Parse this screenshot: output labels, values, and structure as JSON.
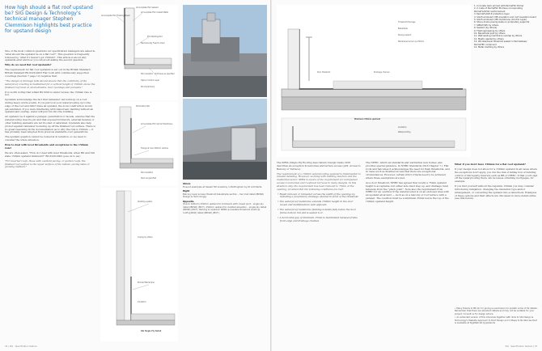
{
  "headline": "How high should a flat roof upstand be? SIG Design & Technology's technical manager Stephen Clemmison highlights best practice for upstand design",
  "intro": {
    "p1": "One of the most common questions our specification managers are asked is, 'what should the upstand be on a flat roof?'. This question is frequently followed by, 'what if I haven't got 150mm?'. This article is about why upstands exist and how you can avoid asking the second question.",
    "h1": "Why do we need flat roof upstands?",
    "p2": "The requirement for flat roof upstands is set out in the British Standard: British Standard BS 6229:2003 Flat roofs with continuously supported coverings (Section 7 page 12) requires that:",
    "q1": "\"The design of drainage falls should ensure that the continuity of the waterproof covering is maintained for a vertical height of 150mm above the finished roof level at all abutments, door openings and parapets.\"",
    "p3": "It is worth noting that whilst BS 6229 is under review, the 150mm rule is not.",
    "p4": "Upstands acknowledge the fact that rainwater can build-up on a roof during heavy storm events. If you just look your waterproofing up to the edge of the roof and didn't have an upstand, the local construction would get saturated. If you were interfacing with rainscreen cladding without an upstand and overlap, water will just run into the building.",
    "p5": "An upstand, be it against a parapet, penetration or facade, ensures that the waterproofing does its job and that exposed brickwork, external facades or other building elements are not flooded or saturated. Upstands also help protect against rainwater bouncing up off the finished roof surface. There is no great reasoning in the documentation as to why the rule is 150mm — it has probably been adopted from previous standards over generations.",
    "p6": "The upstand question cannot be looked at in isolation, so we need to consider the whole situation.",
    "h2": "How to deal with level thresholds and exceptions to the 150mm rule?",
    "p7": "We are often asked, \"How do I deal with level thresholds, when BD and SIG state 150mm upstand minimum?\" BS 6229:2003 goes on to say:",
    "q2": "\"For inverted roofs, those with overlaid paving, or garden roofs, the finished roof surface is the upper surface of the ballast, paving slabs or growing medium.\""
  },
  "mid_caption": {
    "above_label": "Above",
    "above_text": "Fineout examples at Sewell Hill Academy in Nottingham by ID Architects.",
    "right_label": "Right",
    "right_text": "Balcony level access threshold balustrade section – her mail detail (BDSR) Design & Technology).",
    "opp_label": "Opposite",
    "opp_text": "(top to bottom) 150mm upstand to brickwork with closed joint – single ply detail (BDSR) (MCT). 150mm upstand to cladded elevation – single ply detail (BDSR) (MCT). Parking to upstand: NHBC accessible threshold (built-up roofing BUR) detail (BDSR) (MCT)."
  },
  "spra": {
    "p1": "The SPRA (Single Ply Roofing Association) Design Guide 2016 describes an exception in balconies and terrace access (p29: Access to Balcony or Terrace):",
    "q1": "The requirement of a 150mm waterproofing upstand is fundamental to reliable detailing. However, working with building insurers and the residential sector, SPRA is aware of the requirement for unimpeded access to balconies and roof/level terraces in many designs. In this situation only, the requirement has been reduced to 75mm at the opening, provided that the following conditions are met:",
    "bullets": [
      "Rapid removal or rainwater across the width of the opening, by including a proprietary drainage channel in front of the threshold.",
      "The waterproof membrane extends 150mm height in the door reveal and multifunction/ wall adjacent.",
      "The waterproof membrane flashing extends fully below the door frame bottom rail and is sealed to it.",
      "A horizontal gap of minimum 15mm is maintained between frame front edge and drainage channel."
    ]
  },
  "nhbc": {
    "p1": "The NHBC, which set standards and warranties new homes, also provides special guidance. In NHBC Standards 2016 Chapter 7.1 Flat roofs and balconies it acknowledges the need for flush thresholds, and in cases such as disabled access that there are exceptional circumstances. However, certain strict criteria need to be achieved where these exemptions are met.",
    "p2": "As a door threshold, NHBC has agreed that locally a 75mm upstand height is acceptable, but either side must step up, and drainage must fall away from the \"pinch point\". Note also the requirement from NHBC for an overflow if the waterproofed is on an enclosed area with an upstand all around — such as on a balcony or roof terrace with a parapet. The overflow must be a minimum 25mm below the top of the 150mm upstand height."
  },
  "final": {
    "h1": "What if you don't have 150mm for a flat roof upstand?",
    "p1": "If your design does not allow for a 150mm upstand in all cases where the exceptions don't apply, you run the risk of falling foul of building control or third-party insurers such as BB or NHBC. If that you'll sign off the waterproofing there can be issues obtaining mortgages, for example.",
    "p2": "If you find yourself without the requisite 150mm you may consider introducing mitigation, changing the insulation type and/or arrangement, or converting the upstand into a rainscheck. Examples of these options and their effects are discussed in more detail online (see link below).",
    "notes": [
      "Many thanks to BD plc for giving us permission to publish some of its details. Remember that there are standard details and may not be suitable for your project. Consult us for design advice.",
      "An extended version of this interview together with links to SIG Design & Technology's Website Approach to Roof Design and 4 Steps to No-Worries Roof is available at SigsWeb.bit.ly/upstands"
    ]
  },
  "key_list": [
    "1. Concrete deck primed with PermaFSC Primer",
    "2. 2 coats of PermaFSC Elcolane incorporating",
    "   PermaFLASH-R reinforcement",
    "3. PermaFLASH-P protection layer",
    "4. SIG Enviroboard XPS insulation and roof insulation board",
    "5. SIG Enviroboard XPS membrane (Control Layer)",
    "6. Stone drains paving slabs on proprietary supports",
    "7. SPRAY/SPC by others",
    "8. Sealant (by others)",
    "9. Flashing/capping by others",
    "10. Balustrade post by others",
    "11. Wall sealing membrane overlap by others",
    "12. Mastic applied by others",
    "13. Window/Level threshold sealed in PermaGlass/",
    "    PermaTEC compound",
    "14. Metal cladding by others"
  ],
  "drawing_labels": {
    "d1": [
      "Armourplate PVC Sealant",
      "Armourplate PVC Coated Metal",
      "Armourplate PVC Flashing Sheet",
      "PVC Welding Rod",
      "Mechanically Fixed to Deck",
      "SIG Insulation – thickness as specified",
      "Vapour Control Layer",
      "Structural Deck"
    ],
    "d2": [
      "Termination Bar",
      "Armourplate PVC Carrier Membrane",
      "Fixings at max 200mm centres",
      "SIG Insulation",
      "Deck as specified"
    ],
    "d3": [
      "Cladding system",
      "Coping by others",
      "Bonded Membrane",
      "Insulation",
      "SIG Single Ply Detail"
    ],
    "d4": [
      "Threshold Drainage",
      "Balustrade",
      "Paving support",
      "Membrane turned up 150mm"
    ],
    "d5": [
      "Minimum 150mm upstand",
      "Door threshold",
      "Drainage channel",
      "Insulation",
      "Waterproofing"
    ]
  },
  "folios": {
    "left": "32  |  SIG · Specification feature",
    "right": "SIG · Specification feature  |  33"
  },
  "colors": {
    "headline": "#2a79b8",
    "body_text": "#444444",
    "sky": "#9bbbd6",
    "cladding": "#6a6f74"
  }
}
